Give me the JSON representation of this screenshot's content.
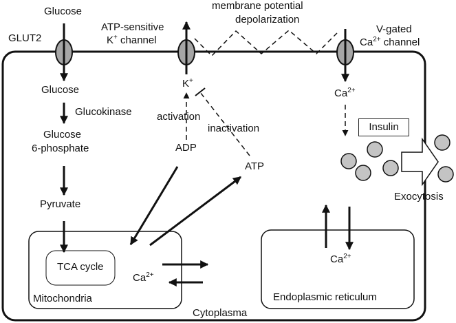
{
  "labels": {
    "glucose_out": "Glucose",
    "glut2": "GLUT2",
    "glucose_in": "Glucose",
    "glucokinase": "Glucokinase",
    "g6p_line1": "Glucose",
    "g6p_line2": "6-phosphate",
    "pyruvate": "Pyruvate",
    "tca": "TCA cycle",
    "mito_ca": "Ca",
    "mito_ca_sup": "2+",
    "mitochondria": "Mitochondria",
    "cytoplasma": "Cytoplasma",
    "atp_channel_line1": "ATP-sensitive",
    "atp_channel_line2_k": "K",
    "atp_channel_line2_sup": "+",
    "atp_channel_line2_rest": " channel",
    "k_ion": "K",
    "k_ion_sup": "+",
    "activation": "activation",
    "inactivation": "inactivation",
    "adp": "ADP",
    "atp": "ATP",
    "depol_line1": "membrane potential",
    "depol_line2": "depolarization",
    "vgated_line1": "V-gated",
    "vgated_line2_ca": "Ca",
    "vgated_line2_sup": "2+",
    "vgated_line2_rest": " channel",
    "ca_in": "Ca",
    "ca_in_sup": "2+",
    "insulin": "Insulin",
    "exocytosis": "Exocytosis",
    "er_ca": "Ca",
    "er_ca_sup": "2+",
    "er": "Endoplasmic reticulum"
  },
  "colors": {
    "stroke": "#111111",
    "channel_fill": "#a6a6a6",
    "granule_fill": "#c4c4c4"
  }
}
